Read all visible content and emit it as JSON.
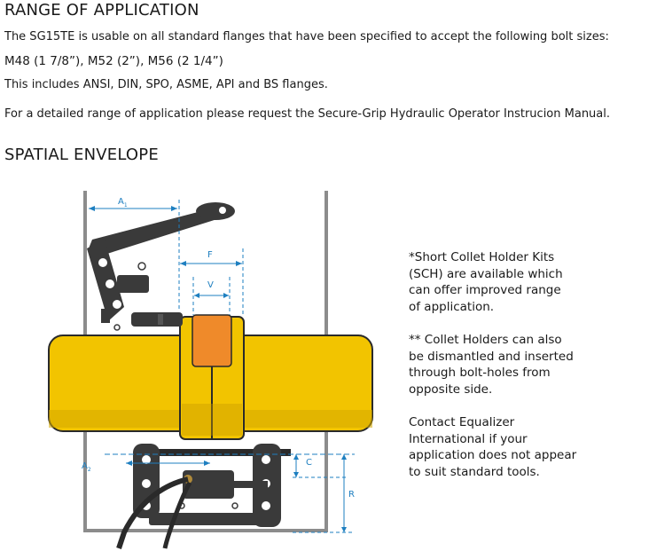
{
  "heading_range": "RANGE OF APPLICATION",
  "para1": "The SG15TE is usable on all standard flanges that have been specified to accept the following bolt sizes:",
  "bolt_sizes": "M48 (1 7/8”), M52 (2”), M56 (2 1/4”)",
  "flanges": "This includes ANSI, DIN, SPO, ASME, API and BS flanges.",
  "manual_note": "For a detailed range of application please request the Secure-Grip Hydraulic Operator Instrucion Manual.",
  "heading_envelope": "SPATIAL ENVELOPE",
  "notes": {
    "n1_l1": "*Short Collet Holder Kits",
    "n1_l2": "(SCH) are available which",
    "n1_l3": "can offer improved range",
    "n1_l4": "of application.",
    "n2_l1": "** Collet Holders can also",
    "n2_l2": "be dismantled and inserted",
    "n2_l3": "through bolt-holes from",
    "n2_l4": "opposite side.",
    "n3_l1": "Contact Equalizer",
    "n3_l2": "International if your",
    "n3_l3": "application does not appear",
    "n3_l4": "to suit standard tools."
  },
  "dims": {
    "a1": "A",
    "a1_sub": "1",
    "f": "F",
    "v": "V",
    "a2": "A",
    "a2_sub": "2",
    "c": "C",
    "r": "R"
  },
  "colors": {
    "pipe": "#f2c400",
    "pipe_shade": "#c89a00",
    "gasket": "#ef8a2a",
    "tool": "#3a3a3a",
    "dimension": "#1e7fc0",
    "frame": "#8c8c8c"
  }
}
